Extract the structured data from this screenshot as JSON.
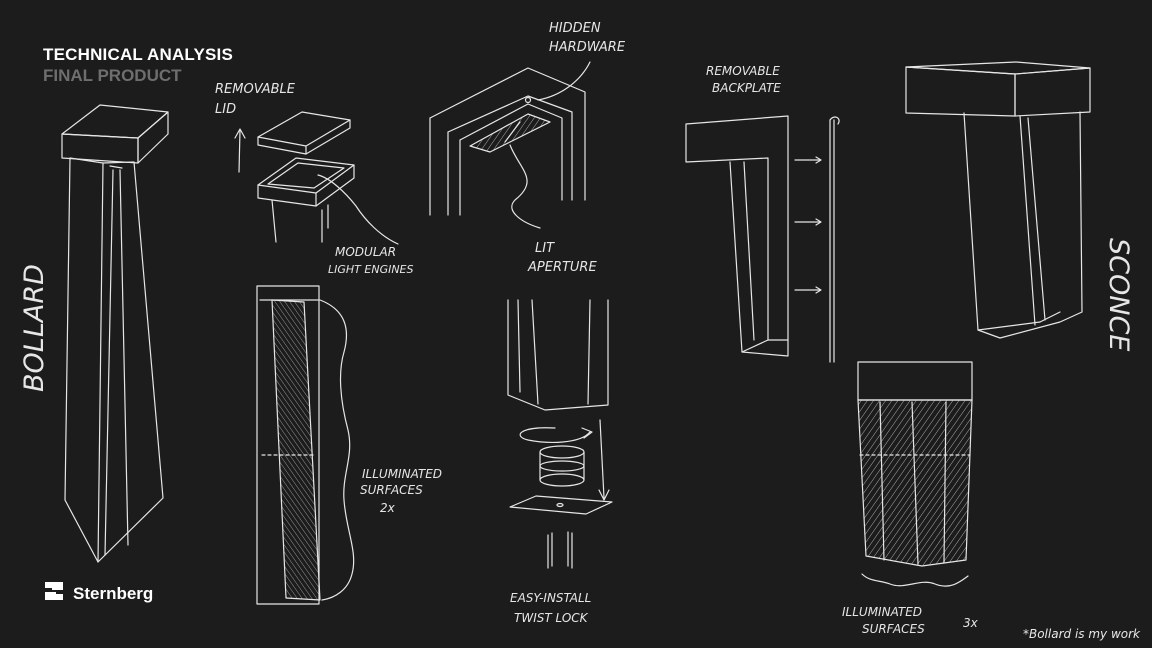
{
  "header": {
    "title": "TECHNICAL ANALYSIS",
    "subtitle": "FINAL PRODUCT"
  },
  "brand": {
    "name": "Sternberg",
    "logo_icon": "sternberg-logo-icon"
  },
  "footnote": "*Bollard is my work",
  "colors": {
    "background": "#1c1c1c",
    "ink": "#e6e6e6",
    "title": "#ffffff",
    "subtitle": "#6e6e6e"
  },
  "labels": {
    "bollard": "BOLLARD",
    "sconce": "SCONCE",
    "removable_lid_1": "REMOVABLE",
    "removable_lid_2": "LID",
    "modular_1": "MODULAR",
    "modular_2": "LIGHT ENGINES",
    "hidden_1": "HIDDEN",
    "hidden_2": "HARDWARE",
    "lit_1": "LIT",
    "lit_2": "APERTURE",
    "illum_bollard_1": "ILLUMINATED",
    "illum_bollard_2": "SURFACES",
    "illum_bollard_count": "2x",
    "install_1": "EASY-INSTALL",
    "install_2": "TWIST LOCK",
    "backplate_1": "REMOVABLE",
    "backplate_2": "BACKPLATE",
    "illum_sconce_1": "ILLUMINATED",
    "illum_sconce_2": "SURFACES",
    "illum_sconce_count": "3x"
  }
}
